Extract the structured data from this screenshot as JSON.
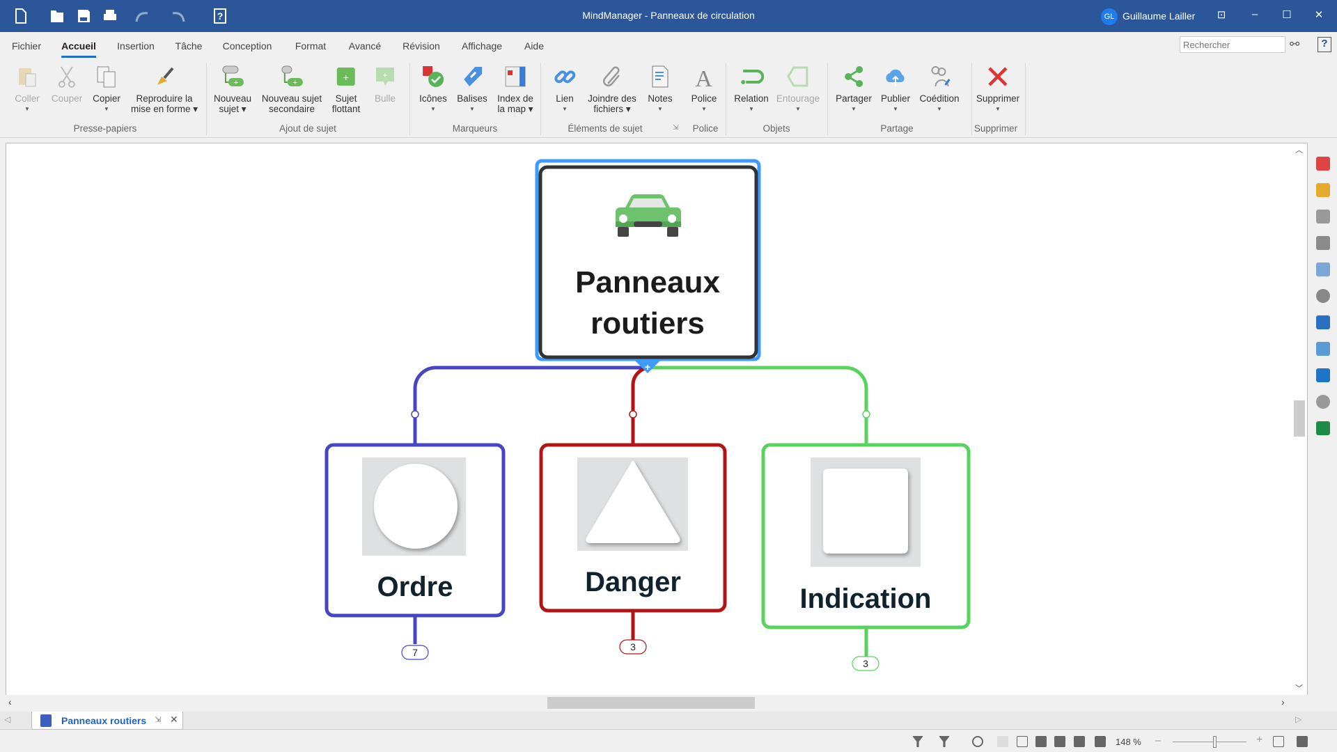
{
  "window": {
    "title": "MindManager - Panneaux de circulation",
    "user_name": "Guillaume Lailler",
    "user_initials": "GL"
  },
  "menu_tabs": [
    "Fichier",
    "Accueil",
    "Insertion",
    "Tâche",
    "Conception",
    "Format",
    "Avancé",
    "Révision",
    "Affichage",
    "Aide"
  ],
  "active_tab": "Accueil",
  "search": {
    "placeholder": "Rechercher"
  },
  "ribbon": {
    "buttons": {
      "coller": "Coller",
      "couper": "Couper",
      "copier": "Copier",
      "reproduire": "Reproduire la",
      "reproduire2": "mise en forme",
      "nouveau_sujet": "Nouveau",
      "nouveau_sujet2": "sujet",
      "sujet_sec": "Nouveau sujet",
      "sujet_sec2": "secondaire",
      "flottant": "Sujet",
      "flottant2": "flottant",
      "bulle": "Bulle",
      "icones": "Icônes",
      "balises": "Balises",
      "index": "Index de",
      "index2": "la map",
      "lien": "Lien",
      "joindre": "Joindre des",
      "joindre2": "fichiers",
      "notes": "Notes",
      "police": "Police",
      "relation": "Relation",
      "entourage": "Entourage",
      "partager": "Partager",
      "publier": "Publier",
      "coedition": "Coédition",
      "supprimer": "Supprimer"
    },
    "groups": [
      "Presse-papiers",
      "Ajout de sujet",
      "Marqueurs",
      "Éléments de sujet",
      "Police",
      "Objets",
      "Partage",
      "Supprimer"
    ]
  },
  "map": {
    "central": {
      "line1": "Panneaux",
      "line2": "routiers",
      "icon": "car-icon"
    },
    "topics": [
      {
        "label": "Ordre",
        "shape": "circle",
        "count": "7",
        "color": "#4646c4"
      },
      {
        "label": "Danger",
        "shape": "triangle",
        "count": "3",
        "color": "#b01414"
      },
      {
        "label": "Indication",
        "shape": "square",
        "count": "3",
        "color": "#5ad25e"
      }
    ],
    "selection_color": "#3d9bff"
  },
  "doc_tab": {
    "label": "Panneaux routiers"
  },
  "status": {
    "zoom": "148 %",
    "zoom_level": 148
  }
}
